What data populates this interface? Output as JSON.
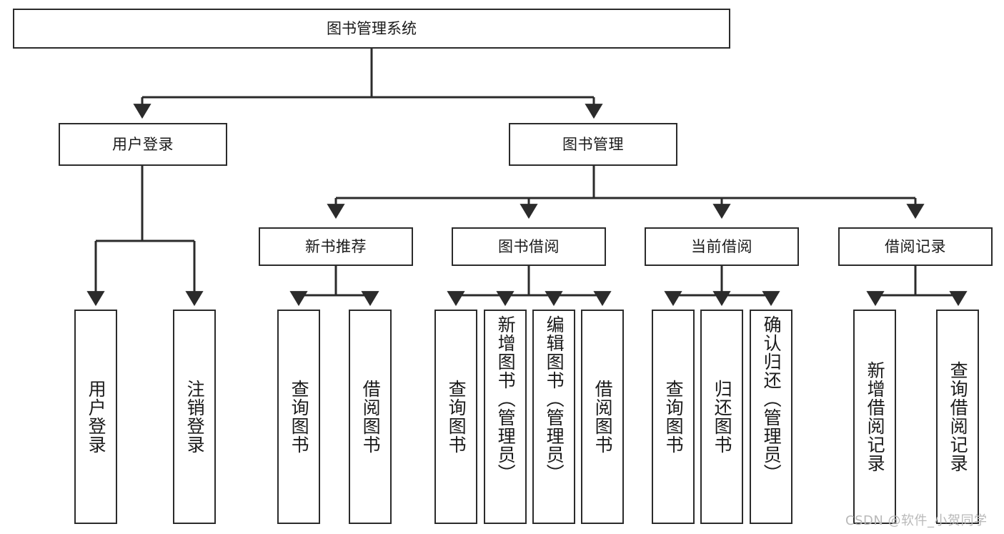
{
  "diagram": {
    "title": "图书管理系统",
    "type": "hierarchy-tree",
    "orientation": "top-down",
    "colors": {
      "box_border": "#2b2b2b",
      "box_fill": "#ffffff",
      "edge": "#2b2b2b",
      "text": "#1a1a1a",
      "watermark": "#b9b9b9"
    },
    "levels": [
      {
        "level": 1,
        "nodes": [
          {
            "id": "root",
            "label": "图书管理系统"
          }
        ]
      },
      {
        "level": 2,
        "nodes": [
          {
            "id": "login",
            "label": "用户登录",
            "parent": "root"
          },
          {
            "id": "bookmgmt",
            "label": "图书管理",
            "parent": "root"
          }
        ]
      },
      {
        "level": 3,
        "nodes": [
          {
            "id": "newbook",
            "label": "新书推荐",
            "parent": "bookmgmt"
          },
          {
            "id": "borrow",
            "label": "图书借阅",
            "parent": "bookmgmt"
          },
          {
            "id": "current",
            "label": "当前借阅",
            "parent": "bookmgmt"
          },
          {
            "id": "records",
            "label": "借阅记录",
            "parent": "bookmgmt"
          }
        ]
      },
      {
        "level": 4,
        "nodes": [
          {
            "id": "leaf1",
            "label": "用户登录",
            "parent": "login"
          },
          {
            "id": "leaf2",
            "label": "注销登录",
            "parent": "login"
          },
          {
            "id": "leaf3",
            "label": "查询图书",
            "parent": "newbook"
          },
          {
            "id": "leaf4",
            "label": "借阅图书",
            "parent": "newbook"
          },
          {
            "id": "leaf5",
            "label": "查询图书",
            "parent": "borrow"
          },
          {
            "id": "leaf6",
            "label": "新增图书（管理员）",
            "parent": "borrow"
          },
          {
            "id": "leaf7",
            "label": "编辑图书（管理员）",
            "parent": "borrow"
          },
          {
            "id": "leaf8",
            "label": "借阅图书",
            "parent": "borrow"
          },
          {
            "id": "leaf9",
            "label": "查询图书",
            "parent": "current"
          },
          {
            "id": "leaf10",
            "label": "归还图书",
            "parent": "current"
          },
          {
            "id": "leaf11",
            "label": "确认归还（管理员）",
            "parent": "current"
          },
          {
            "id": "leaf12",
            "label": "新增借阅记录",
            "parent": "records"
          },
          {
            "id": "leaf13",
            "label": "查询借阅记录",
            "parent": "records"
          }
        ]
      }
    ],
    "watermark": "CSDN @软件_小贺同学"
  }
}
